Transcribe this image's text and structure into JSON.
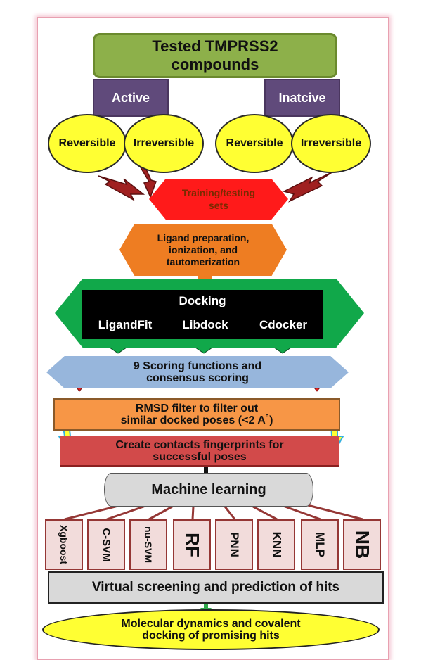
{
  "title": {
    "line1": "Tested TMPRSS2",
    "line2": "compounds"
  },
  "groups": {
    "active": {
      "label": "Active",
      "types": [
        "Reversible",
        "Irreversible"
      ]
    },
    "inactive": {
      "label": "Inatcive",
      "types": [
        "Reversible",
        "Irreversible"
      ]
    }
  },
  "training": {
    "line1": "Training/testing",
    "line2": "sets"
  },
  "ligand_prep": {
    "line1": "Ligand preparation,",
    "line2": "ionization, and",
    "line3": "tautomerization"
  },
  "docking": {
    "title": "Docking",
    "programs": [
      "LigandFit",
      "Libdock",
      "Cdocker"
    ]
  },
  "scoring": {
    "line1": "9 Scoring functions and",
    "line2": "consensus scoring"
  },
  "rmsd": {
    "line1": "RMSD filter to filter out",
    "line2": "similar docked poses (<2 A˚)"
  },
  "contacts": {
    "line1": "Create contacts fingerprints for",
    "line2": "successful poses"
  },
  "machine_learning": "Machine learning",
  "algorithms": [
    "Xgboost",
    "C-SVM",
    "nu-SVM",
    "RF",
    "PNN",
    "KNN",
    "MLP",
    "NB"
  ],
  "virtual_screening": "Virtual screening and prediction of hits",
  "md": {
    "line1": "Molecular dynamics and covalent",
    "line2": "docking of promising hits"
  },
  "colors": {
    "title_green": "#8db04a",
    "purple": "#604a7b",
    "yellow": "#ffff33",
    "red": "#ff1a1a",
    "orange": "#ee7d22",
    "green": "#11a84a",
    "blue": "#97b6dc",
    "algo_fill": "#f2dcdb",
    "algo_border": "#953735"
  }
}
